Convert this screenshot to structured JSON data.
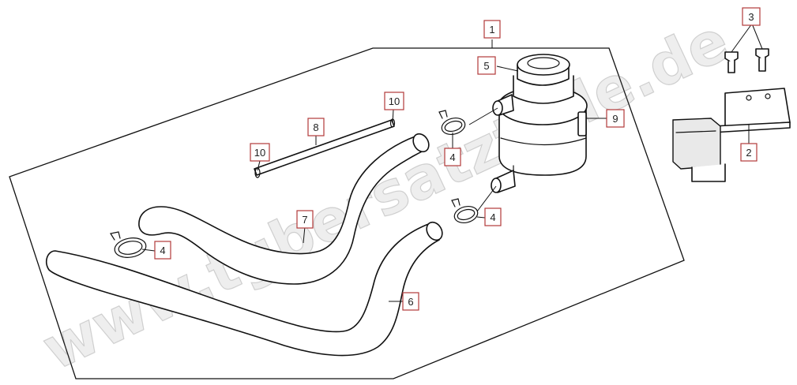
{
  "diagram": {
    "watermark": "www.tgbersatzteile.de",
    "accent_color": "#b23a3a",
    "callouts": [
      {
        "id": "c1",
        "label": "1"
      },
      {
        "id": "c2",
        "label": "2"
      },
      {
        "id": "c3",
        "label": "3"
      },
      {
        "id": "c4a",
        "label": "4"
      },
      {
        "id": "c4b",
        "label": "4"
      },
      {
        "id": "c4c",
        "label": "4"
      },
      {
        "id": "c5",
        "label": "5"
      },
      {
        "id": "c6",
        "label": "6"
      },
      {
        "id": "c7",
        "label": "7"
      },
      {
        "id": "c8",
        "label": "8"
      },
      {
        "id": "c9",
        "label": "9"
      },
      {
        "id": "c10a",
        "label": "10"
      },
      {
        "id": "c10b",
        "label": "10"
      }
    ]
  }
}
